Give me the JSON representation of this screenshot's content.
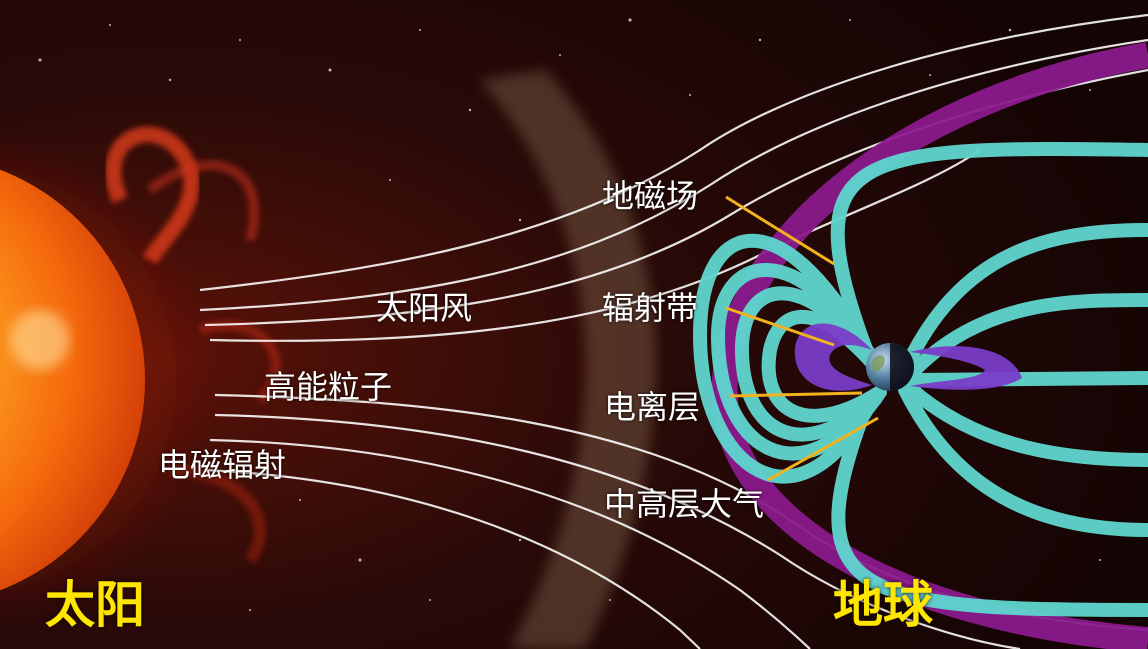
{
  "labels": {
    "sun": "太阳",
    "earth": "地球",
    "solar_wind": "太阳风",
    "high_energy_particles": "高能粒子",
    "em_radiation": "电磁辐射",
    "geomagnetic_field": "地磁场",
    "radiation_belt": "辐射带",
    "ionosphere": "电离层",
    "middle_upper_atmosphere": "中高层大气"
  },
  "colors": {
    "background": "#1a0606",
    "sun_label": "#ffe600",
    "field_line_cyan": "#5fd6cf",
    "radiation_belt_purple": "#7a3cc8",
    "magnetopause_magenta": "#8a1a8c",
    "pointer_line": "#f2b21e",
    "solar_wind_line": "#ffffff"
  }
}
